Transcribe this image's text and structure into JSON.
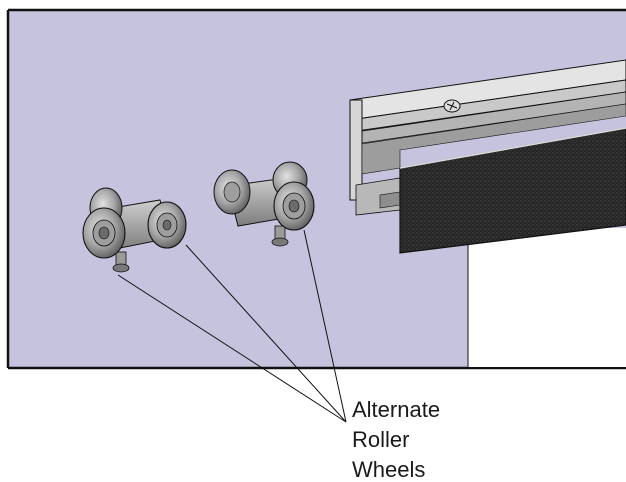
{
  "callout": {
    "lines": [
      "Alternate",
      "Roller",
      "Wheels"
    ]
  },
  "colors": {
    "wall": "#c5c3de",
    "outline": "#111111",
    "opening": "#ffffff",
    "track_face": "#dcdcdc",
    "track_shadow": "#8e8e8e",
    "brush": "#222222",
    "wheel_light": "#c8c8c8",
    "wheel_mid": "#9a9a9a",
    "wheel_dark": "#5e5e5e"
  },
  "icons": {
    "screw": "screw-icon",
    "roller_wheel": "roller-wheel-icon"
  }
}
